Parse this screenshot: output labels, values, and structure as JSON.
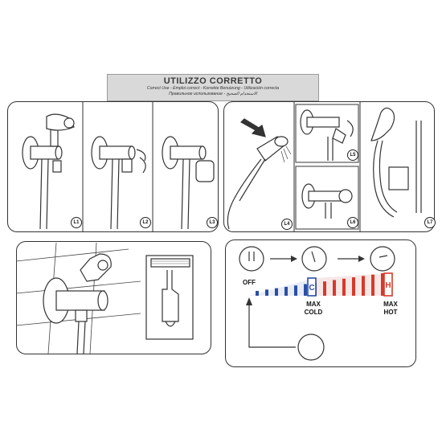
{
  "header": {
    "title": "UTILIZZO CORRETTO",
    "languages_line1": "Correct Use - Emploi correct - Korrekte Benutzung - Utilización correcta",
    "languages_line2": "Правильное использование - الاستخدام الصحيح"
  },
  "steps": [
    "L1",
    "L2",
    "L3",
    "L4",
    "L5",
    "L6",
    "L7"
  ],
  "scale": {
    "off": "OFF",
    "max_cold": "MAX\nCOLD",
    "max_hot": "MAX\nHOT",
    "cold_symbol": "C",
    "hot_symbol": "H"
  },
  "colors": {
    "cold": "#2a4fa3",
    "hot": "#d63a2a",
    "line": "#333333"
  }
}
